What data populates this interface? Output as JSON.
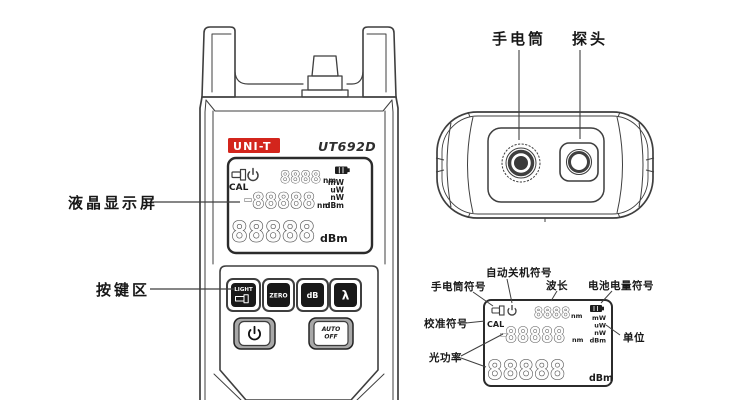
{
  "device": {
    "brand": "UNI-T",
    "model": "UT692D"
  },
  "colors": {
    "brand_red": "#d3251c",
    "line": "#3f3f3f"
  },
  "callouts": {
    "front": {
      "lcd_screen": "液晶显示屏",
      "keypad_area": "按键区"
    },
    "top": {
      "flashlight": "手电筒",
      "probe": "探头"
    },
    "lcd_detail": {
      "flashlight_symbol": "手电筒符号",
      "auto_off_symbol": "自动关机符号",
      "wavelength": "波长",
      "battery_symbol": "电池电量符号",
      "calibration_symbol": "校准符号",
      "unit": "单位",
      "optical_power": "光功率"
    }
  },
  "lcd": {
    "cal": "CAL",
    "wavelength_digits": "8888",
    "wavelength_unit": "nm",
    "minus": "-",
    "relative_digits": "88888",
    "relative_unit": "nm",
    "units": {
      "mw": "mW",
      "uw": "uW",
      "nw": "nW",
      "dbm": "dBm"
    },
    "absolute_digits": "88888",
    "absolute_unit": "dBm"
  },
  "buttons": {
    "light": "LIGHT",
    "zero": "ZERO",
    "db": "dB",
    "wavelength": "λ",
    "auto_off_top": "AUTO",
    "auto_off_bottom": "OFF"
  }
}
